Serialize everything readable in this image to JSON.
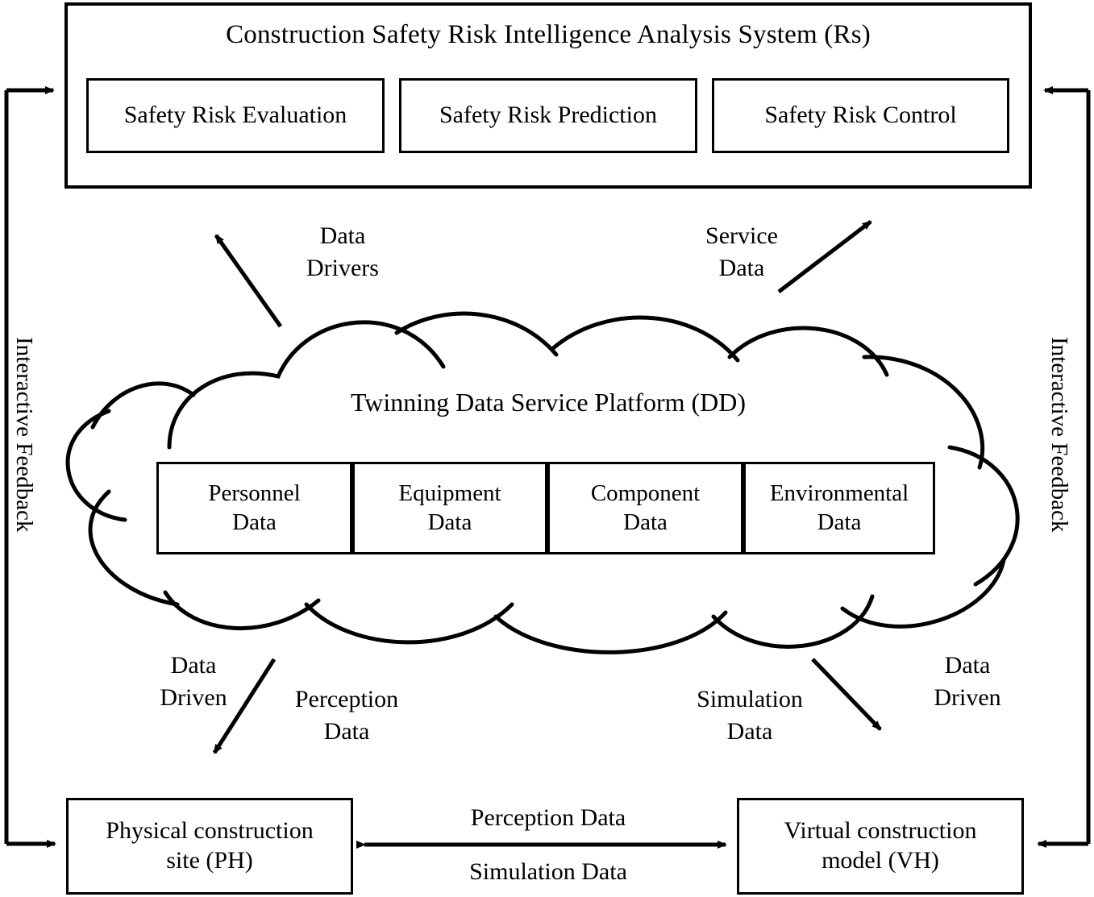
{
  "diagram": {
    "title": "Construction Safety Risk Intelligence Analysis System (Rs)",
    "rs_system": {
      "title": "Construction Safety Risk Intelligence Analysis System (Rs)",
      "modules": [
        {
          "label": "Safety Risk Evaluation"
        },
        {
          "label": "Safety Risk Prediction"
        },
        {
          "label": "Safety Risk Control"
        }
      ]
    },
    "cloud": {
      "title": "Twinning Data Service Platform (DD)",
      "data_boxes": [
        {
          "line1": "Personnel",
          "line2": "Data"
        },
        {
          "line1": "Equipment",
          "line2": "Data"
        },
        {
          "line1": "Component",
          "line2": "Data"
        },
        {
          "line1": "Environmental",
          "line2": "Data"
        }
      ]
    },
    "bottom_nodes": {
      "physical": {
        "line1": "Physical construction",
        "line2": "site (PH)"
      },
      "virtual": {
        "line1": "Virtual construction",
        "line2": "model (VH)"
      }
    },
    "arrow_labels": {
      "data_drivers": "Data\nDrivers",
      "service_data": "Service\nData",
      "data_driven_left": "Data\nDriven",
      "perception_data": "Perception\nData",
      "simulation_data": "Simulation\nData",
      "data_driven_right": "Data\nDriven",
      "perception_data_mid": "Perception Data",
      "simulation_data_mid": "Simulation Data"
    },
    "feedback_labels": {
      "left": "Interactive Feedback",
      "right": "Interactive Feedback"
    },
    "colors": {
      "stroke": "#000000",
      "background": "#ffffff"
    }
  }
}
